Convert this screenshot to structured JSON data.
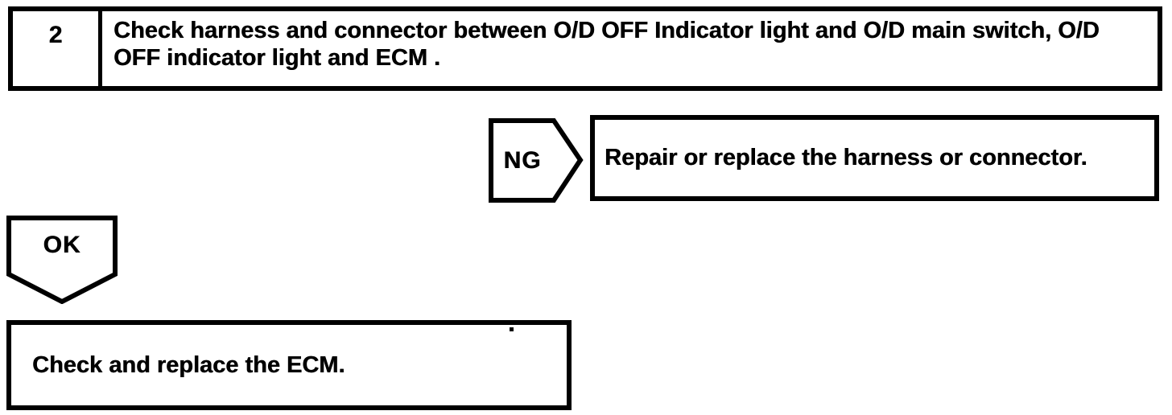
{
  "page": {
    "paper_color": "#ffffff",
    "ink_color": "#000000"
  },
  "flowchart": {
    "step": {
      "number": "2",
      "instruction": "Check harness and connector between O/D OFF Indicator light and O/D main switch, O/D OFF indicator light and ECM ."
    },
    "ng_branch": {
      "label": "NG",
      "action": "Repair or replace the harness or connector."
    },
    "ok_branch": {
      "label": "OK",
      "action": "Check and replace the ECM."
    }
  }
}
